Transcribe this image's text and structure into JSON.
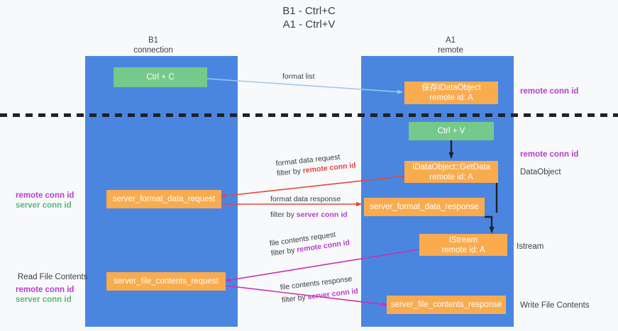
{
  "title": "B1 - Ctrl+C\nA1 - Ctrl+V",
  "colors": {
    "lane": "#4a86e0",
    "node_orange": "#f9ab4e",
    "node_green": "#76c98a",
    "purple": "#b43fcf",
    "green": "#59b87b",
    "red": "#e8453c",
    "light_blue": "#9fc6ee",
    "magenta": "#cc2fb0",
    "background": "#f8f9fa",
    "text_dark": "#3c4043"
  },
  "lanes": [
    {
      "name": "B1",
      "header": "B1\nconnection"
    },
    {
      "name": "A1",
      "header": "A1\nremote"
    }
  ],
  "nodes": [
    {
      "id": "ctrl-c",
      "label": "Ctrl + C",
      "color": "green"
    },
    {
      "id": "save-idataobject",
      "label": "保存IDataObject\nremote id: A",
      "color": "orange"
    },
    {
      "id": "ctrl-v",
      "label": "Ctrl + V",
      "color": "green"
    },
    {
      "id": "idataobject-getdata",
      "label": "IDataObject::GetData\nremote id: A",
      "color": "orange"
    },
    {
      "id": "server-format-data-request",
      "label": "server_format_data_request",
      "color": "orange"
    },
    {
      "id": "server-format-data-response",
      "label": "server_format_data_response",
      "color": "orange"
    },
    {
      "id": "istream",
      "label": "IStream\nremote id: A",
      "color": "orange"
    },
    {
      "id": "server-file-contents-request",
      "label": "server_file_contents_request",
      "color": "orange"
    },
    {
      "id": "server-file-contents-response",
      "label": "server_file_contents_response",
      "color": "orange"
    }
  ],
  "side_labels": {
    "remote_conn_id_top": "remote conn id",
    "remote_conn_id_middle": "remote conn id",
    "dataobject": "DataObject",
    "left_remote_conn_id": "remote conn id",
    "left_server_conn_id": "server conn id",
    "istream": "Istream",
    "read_file_contents": "Read File Contents",
    "left2_remote_conn_id": "remote conn id",
    "left2_server_conn_id": "server conn id",
    "write_file_contents": "Write File Contents"
  },
  "edges": [
    {
      "id": "format-list",
      "label": "format list"
    },
    {
      "id": "format-data-request",
      "label": "format data request",
      "filter_prefix": "filter by ",
      "filter_value": "remote conn id"
    },
    {
      "id": "format-data-response",
      "label": "format data response",
      "filter_prefix": "filter by ",
      "filter_value": "server conn id"
    },
    {
      "id": "file-contents-request",
      "label": "file contents request",
      "filter_prefix": "filter by ",
      "filter_value": "remote conn id"
    },
    {
      "id": "file-contents-response",
      "label": "file contents response",
      "filter_prefix": "filter by ",
      "filter_value": "server conn id"
    }
  ]
}
